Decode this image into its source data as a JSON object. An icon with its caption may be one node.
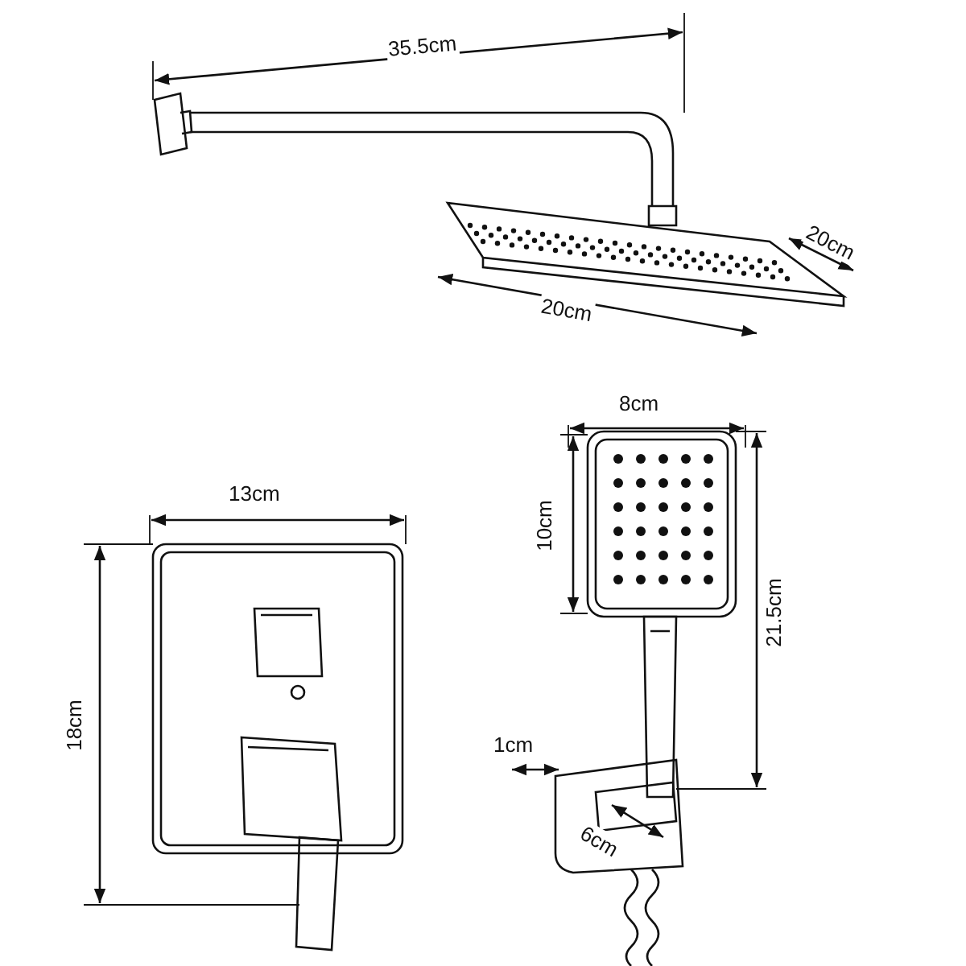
{
  "diagram": {
    "labels": [
      "35.5cm",
      "20cm",
      "20cm",
      "8cm",
      "13cm",
      "10cm",
      "21.5cm",
      "18cm",
      "1cm",
      "6cm"
    ]
  }
}
